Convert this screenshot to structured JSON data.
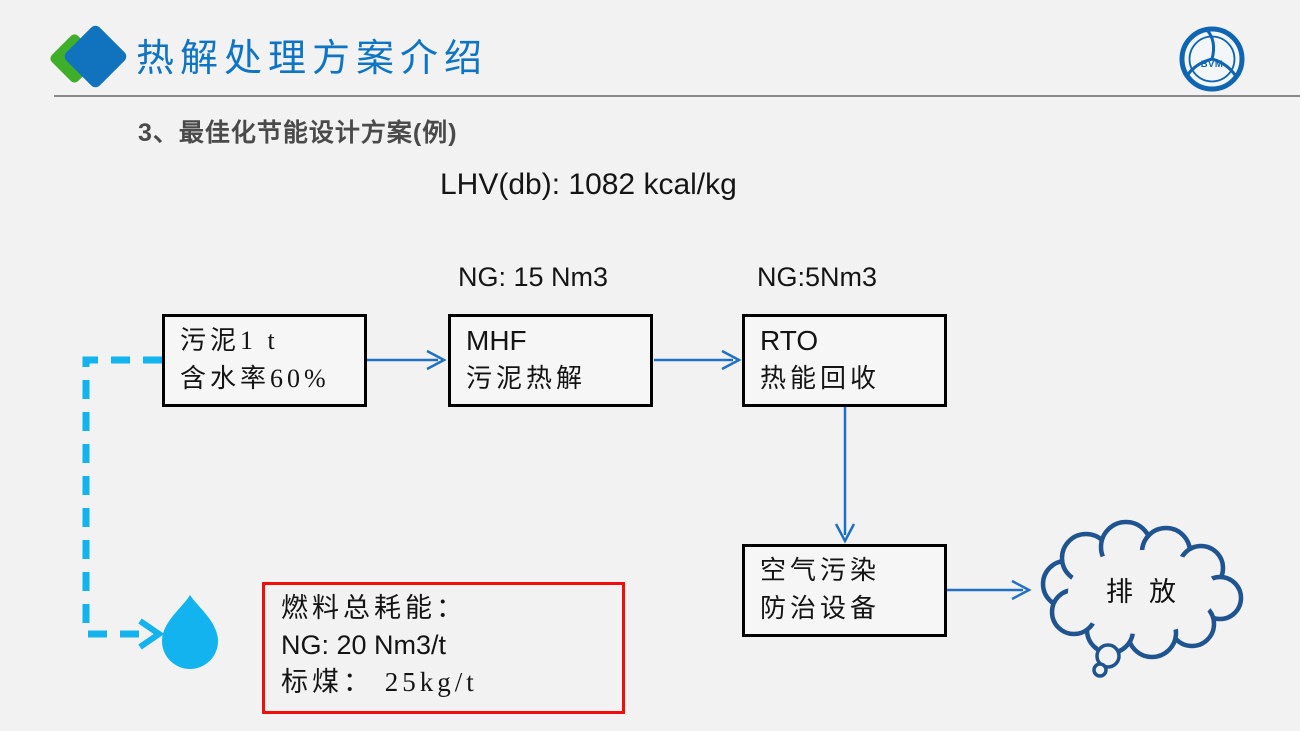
{
  "header": {
    "title": "热解处理方案介绍",
    "logo_text": "BVM"
  },
  "subtitle": "3、最佳化节能设计方案(例)",
  "annotations": {
    "lhv": "LHV(db): 1082 kcal/kg",
    "ng_mhf": "NG: 15 Nm3",
    "ng_rto": "NG:5Nm3"
  },
  "flow": {
    "sludge_box": {
      "line1": "污泥1 t",
      "line2": "含水率60%"
    },
    "mhf_box": {
      "line1": "MHF",
      "line2": "污泥热解"
    },
    "rto_box": {
      "line1": "RTO",
      "line2": "热能回收"
    },
    "apc_box": {
      "line1": "空气污染",
      "line2": "防治设备"
    },
    "emission_cloud": "排放"
  },
  "fuel_summary": {
    "line1": "燃料总耗能：",
    "line2": "NG: 20 Nm3/t",
    "line3": "标煤： 25kg/t"
  },
  "colors": {
    "title_blue": "#0E74C6",
    "diamond_green": "#3FAE2A",
    "diamond_blue": "#1173BE",
    "arrow_blue": "#1E6FC5",
    "dashed_cyan": "#12B3EF",
    "cloud_navy": "#1F5490",
    "alert_red": "#F20D0D",
    "background": "#F2F2F2"
  }
}
